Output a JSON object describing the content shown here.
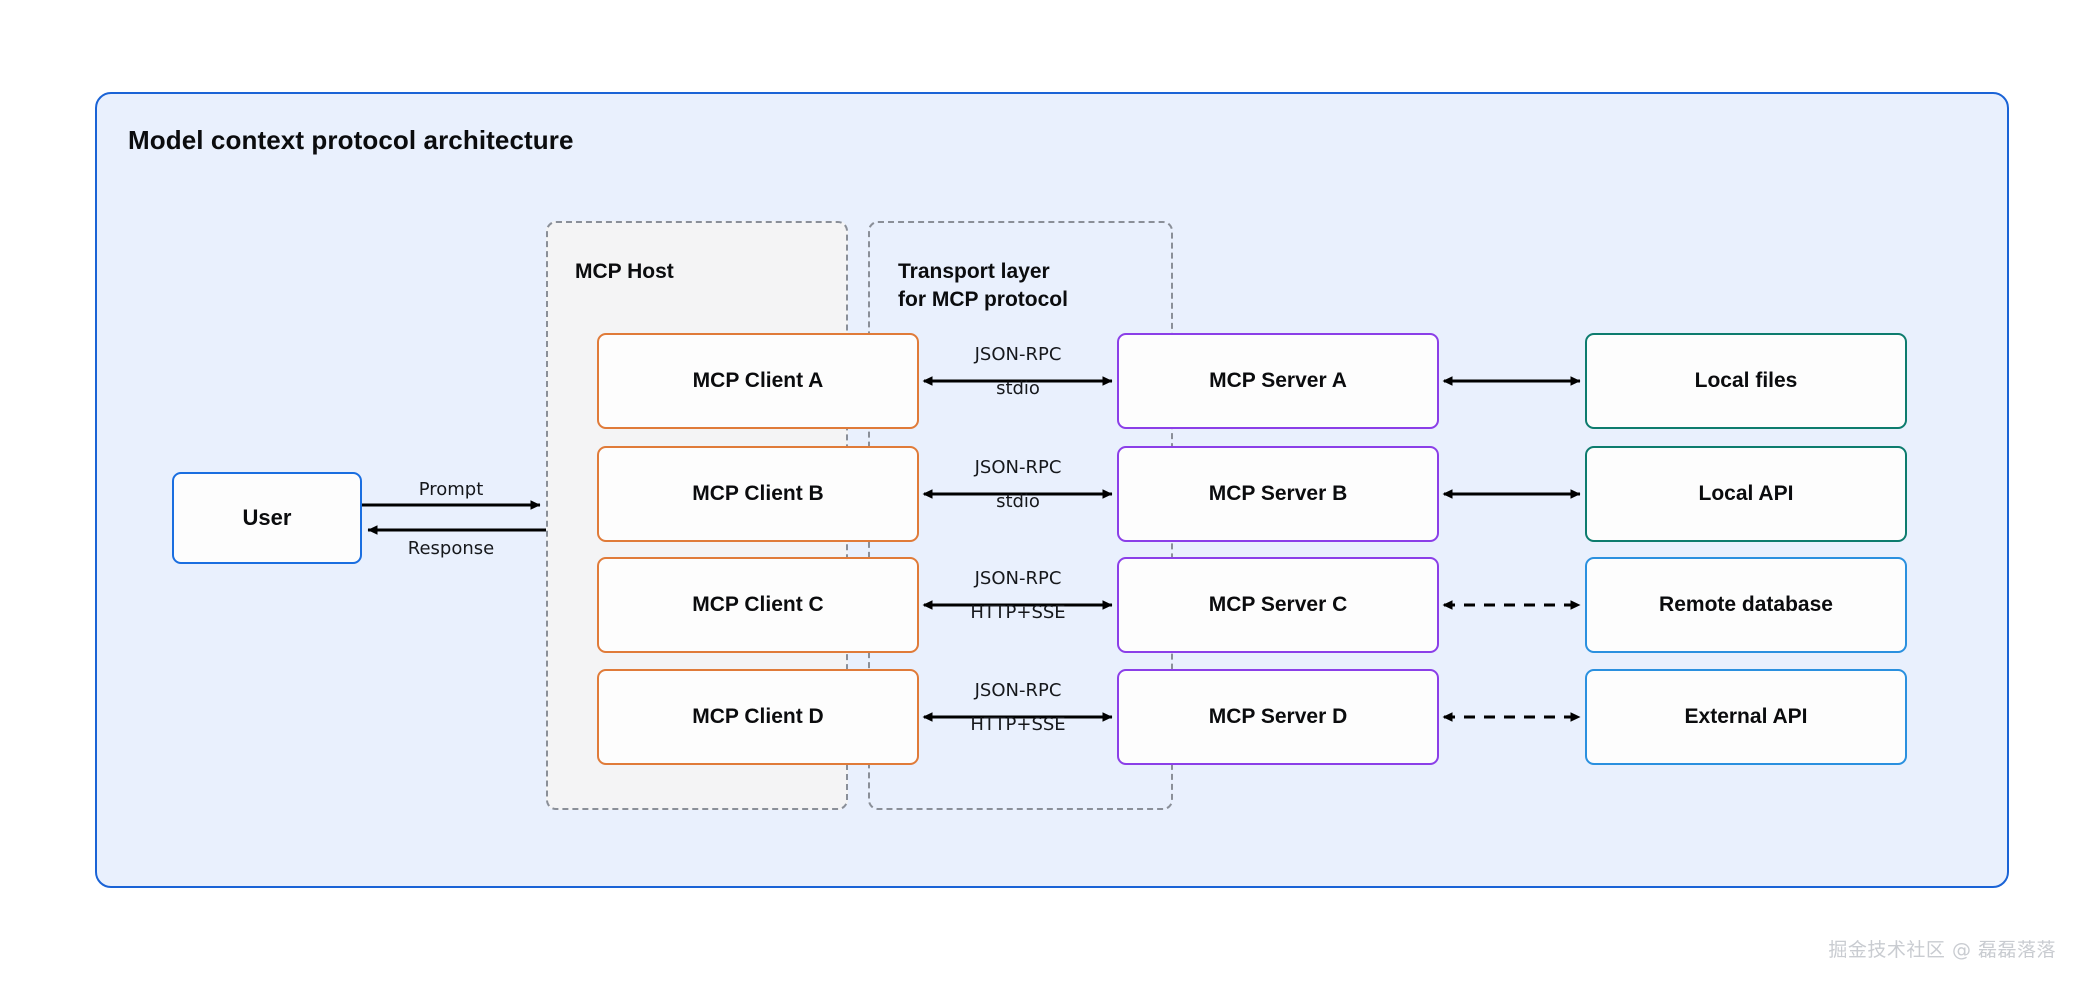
{
  "diagram": {
    "title": "Model context protocol architecture",
    "groups": [
      {
        "id": "mcp-host",
        "label": "MCP Host"
      },
      {
        "id": "transport",
        "label": "Transport layer\nfor MCP protocol"
      }
    ],
    "actor": {
      "label": "User"
    },
    "actor_edges": [
      {
        "label": "Prompt",
        "direction": "right"
      },
      {
        "label": "Response",
        "direction": "left"
      }
    ],
    "clients": [
      {
        "label": "MCP Client A"
      },
      {
        "label": "MCP Client B"
      },
      {
        "label": "MCP Client C"
      },
      {
        "label": "MCP Client D"
      }
    ],
    "servers": [
      {
        "label": "MCP Server A"
      },
      {
        "label": "MCP Server B"
      },
      {
        "label": "MCP Server C"
      },
      {
        "label": "MCP Server D"
      }
    ],
    "resources": [
      {
        "label": "Local files",
        "style": "teal"
      },
      {
        "label": "Local API",
        "style": "teal"
      },
      {
        "label": "Remote database",
        "style": "blue"
      },
      {
        "label": "External API",
        "style": "blue"
      }
    ],
    "protocol_edges": [
      {
        "protocol": "JSON-RPC",
        "transport": "stdio"
      },
      {
        "protocol": "JSON-RPC",
        "transport": "stdio"
      },
      {
        "protocol": "JSON-RPC",
        "transport": "HTTP+SSE"
      },
      {
        "protocol": "JSON-RPC",
        "transport": "HTTP+SSE"
      }
    ],
    "resource_edges": [
      {
        "style": "solid"
      },
      {
        "style": "solid"
      },
      {
        "style": "dashed"
      },
      {
        "style": "dashed"
      }
    ],
    "colors": {
      "panel_fill": "#e9f0fd",
      "panel_border": "#1a63d6",
      "client_border": "#e07b39",
      "server_border": "#8b3fe8",
      "teal_border": "#0d7c6e",
      "blue_border": "#2a90df",
      "user_border": "#1a6ee0",
      "group_dash": "#8a8f98",
      "group_fill": "#f4f4f5",
      "arrow": "#000000"
    }
  },
  "watermark": {
    "text": "掘金技术社区 @ 磊磊落落"
  }
}
